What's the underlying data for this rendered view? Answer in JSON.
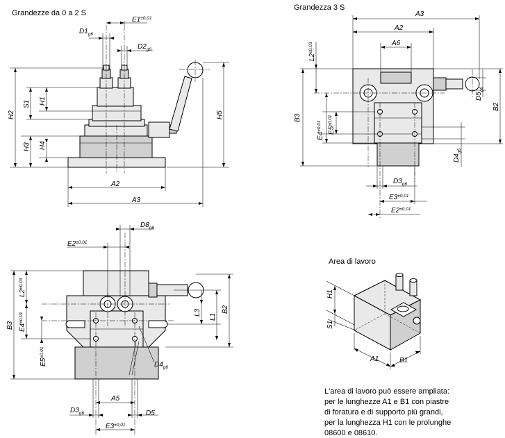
{
  "headers": {
    "top_left": "Grandezze da 0 a 2 S",
    "top_right": "Grandezza 3 S",
    "work_area": "Area di lavoro"
  },
  "view_side": {
    "D1": "D1",
    "D1_sub": "g6",
    "E1": "E1",
    "E1_tol": "±0,01",
    "D2": "D2",
    "D2_sub": "g6",
    "S1": "S1",
    "H1": "H1",
    "H2": "H2",
    "H3": "H3",
    "H4": "H4",
    "H5": "H5",
    "A2": "A2",
    "A3": "A3"
  },
  "view_3s": {
    "A3": "A3",
    "A2": "A2",
    "A6": "A6",
    "L2": "L2",
    "L2_tol": "±0,03",
    "B3": "B3",
    "B2": "B2",
    "D5": "D5",
    "D5_sub": "g6",
    "E4": "E4",
    "E4_tol": "±0,01",
    "E5": "E5",
    "E5_tol": "±0,01",
    "D4": "D4",
    "D4_sub": "g6",
    "D3": "D3",
    "D3_sub": "g6",
    "E3": "E3",
    "E3_tol": "±0,01",
    "E2": "E2",
    "E2_tol": "±0,01"
  },
  "view_top": {
    "D8": "D8",
    "D8_sub": "g6",
    "E2": "E2",
    "E2_tol": "±0,01",
    "L2": "L2",
    "L2_tol": "±0,03",
    "B3": "B3",
    "B2": "B2",
    "E4": "E4",
    "E4_tol": "±0,01",
    "L3": "L3",
    "L1": "L1",
    "E5": "E5",
    "E5_tol": "±0,01",
    "D4": "D4",
    "D4_sub": "g6",
    "A5": "A5",
    "D3": "D3",
    "D3_sub": "g6",
    "D5": "D5",
    "E3": "E3",
    "E3_tol": "±0,01"
  },
  "view_area": {
    "H1": "H1",
    "S1": "S1",
    "A1": "A1",
    "B1": "B1"
  },
  "note": [
    "L'area di lavoro può essere ampliata:",
    "per le lunghezze A1 e B1 con piastre",
    "di foratura e di supporto più grandi,",
    "per la lunghezza H1 con le prolunghe",
    "08600 e 08610."
  ]
}
